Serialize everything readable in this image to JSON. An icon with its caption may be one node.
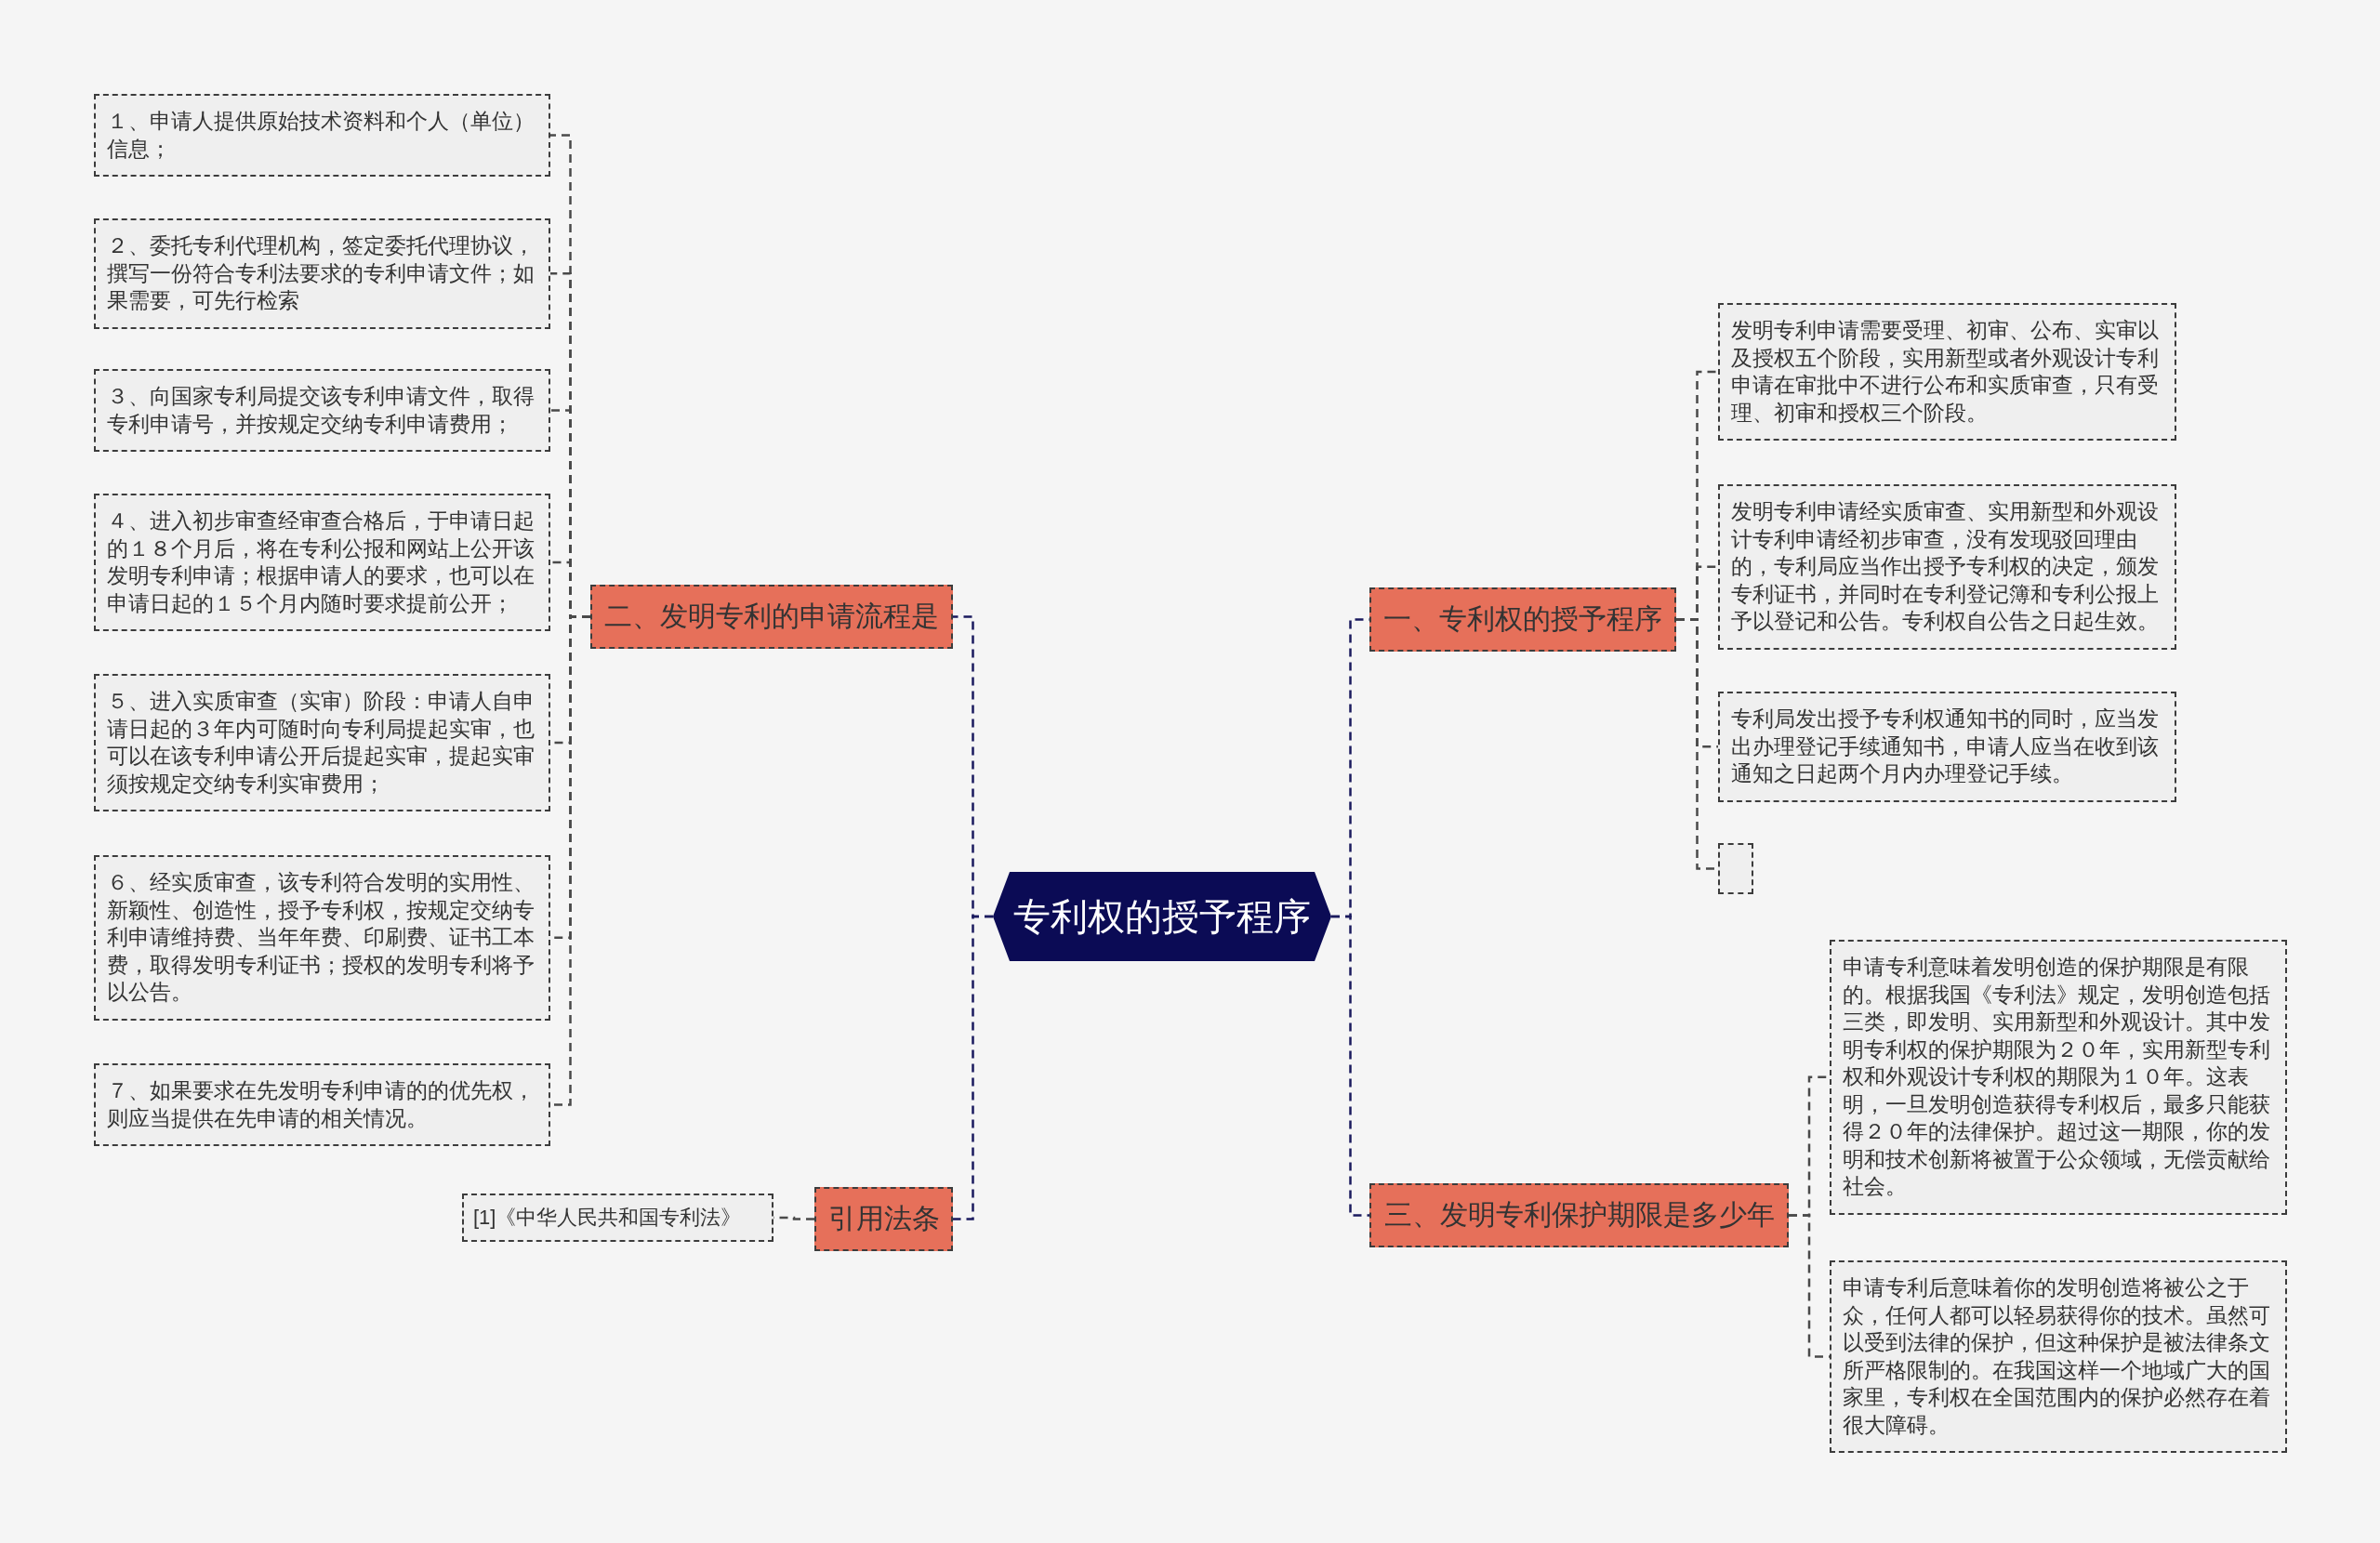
{
  "diagram": {
    "nodes": [
      {
        "text": [
          "专利权的授予程序"
        ]
      },
      {
        "text": [
          "二、发明专利的申请流程是"
        ]
      },
      {
        "text": [
          "１、申请人提供原始技术资料和个人（单位）信息；"
        ]
      },
      {
        "text": [
          "２、委托专利代理机构，签定委托代理协议，撰写一份符合专利法要求的专利申请文件；如果需要，可先行检索"
        ]
      },
      {
        "text": [
          "３、向国家专利局提交该专利申请文件，取得专利申请号，并按规定交纳专利申请费用；"
        ]
      },
      {
        "text": [
          "４、进入初步审查经审查合格后，于申请日起的１８个月后，将在专利公报和网站上公开该发明专利申请；根据申请人的要求，也可以在申请日起的１５个月内随时要求提前公开；"
        ]
      },
      {
        "text": [
          "５、进入实质审查（实审）阶段：申请人自申请日起的３年内可随时向专利局提起实审，也可以在该专利申请公开后提起实审，提起实审须按规定交纳专利实审费用；"
        ]
      },
      {
        "text": [
          "６、经实质审查，该专利符合发明的实用性、新颖性、创造性，授予专利权，按规定交纳专利申请维持费、当年年费、印刷费、证书工本费，取得发明专利证书；授权的发明专利将予以公告。"
        ]
      },
      {
        "text": [
          "７、如果要求在先发明专利申请的的优先权，则应当提供在先申请的相关情况。"
        ]
      },
      {
        "text": [
          "引用法条"
        ]
      },
      {
        "text": [
          "[1]《中华人民共和国专利法》"
        ]
      },
      {
        "text": [
          "一、专利权的授予程序"
        ]
      },
      {
        "text": [
          "发明专利申请需要受理、初审、公布、实审以及授权五个阶段，实用新型或者外观设计专利申请在审批中不进行公布和实质审查，只有受理、初审和授权三个阶段。"
        ]
      },
      {
        "text": [
          "发明专利申请经实质审查、实用新型和外观设计专利申请经初步审查，没有发现驳回理由的，专利局应当作出授予专利权的决定，颁发专利证书，并同时在专利登记簿和专利公报上予以登记和公告。专利权自公告之日起生效。"
        ]
      },
      {
        "text": [
          "专利局发出授予专利权通知书的同时，应当发出办理登记手续通知书，申请人应当在收到该通知之日起两个月内办理登记手续。"
        ]
      },
      {
        "text": [],
        "shape": "box"
      },
      {
        "text": [
          "三、发明专利保护期限是多少年"
        ]
      },
      {
        "text": [
          "申请专利意味着发明创造的保护期限是有限的。根据我国《专利法》规定，发明创造包括三类，即发明、实用新型和外观设计。其中发明专利权的保护期限为２０年，实用新型专利权和外观设计专利权的期限为１０年。这表明，一旦发明创造获得专利权后，最多只能获得２０年的法律保护。超过这一期限，你的发明和技术创新将被置于公众领域，无偿贡献给社会。"
        ]
      },
      {
        "text": [
          "申请专利后意味着你的发明创造将被公之于众，任何人都可以轻易获得你的技术。虽然可以受到法律的保护，但这种保护是被法律条文所严格限制的。在我国这样一个地域广大的国家里，专利权在全国范围内的保护必然存在着很大障碍。"
        ]
      }
    ],
    "edges": [
      {
        "from": 0,
        "to": 1,
        "arrow": "none",
        "color": "#1a1a5e"
      },
      {
        "from": 1,
        "to": 2,
        "arrow": "none"
      },
      {
        "from": 1,
        "to": 3,
        "arrow": "none"
      },
      {
        "from": 1,
        "to": 4,
        "arrow": "none"
      },
      {
        "from": 1,
        "to": 5,
        "arrow": "none"
      },
      {
        "from": 1,
        "to": 6,
        "arrow": "none"
      },
      {
        "from": 1,
        "to": 7,
        "arrow": "none"
      },
      {
        "from": 1,
        "to": 8,
        "arrow": "none"
      },
      {
        "from": 0,
        "to": 9,
        "arrow": "none",
        "color": "#1a1a5e"
      },
      {
        "from": 9,
        "to": 10,
        "arrow": "none"
      },
      {
        "from": 0,
        "to": 11,
        "arrow": "none",
        "color": "#1a1a5e"
      },
      {
        "from": 11,
        "to": 12,
        "arrow": "none"
      },
      {
        "from": 11,
        "to": 13,
        "arrow": "none"
      },
      {
        "from": 11,
        "to": 14,
        "arrow": "none"
      },
      {
        "from": 11,
        "to": 15,
        "arrow": "none"
      },
      {
        "from": 0,
        "to": 16,
        "arrow": "none",
        "color": "#1a1a5e"
      },
      {
        "from": 16,
        "to": 17,
        "arrow": "none"
      },
      {
        "from": 16,
        "to": 18,
        "arrow": "none"
      }
    ]
  }
}
